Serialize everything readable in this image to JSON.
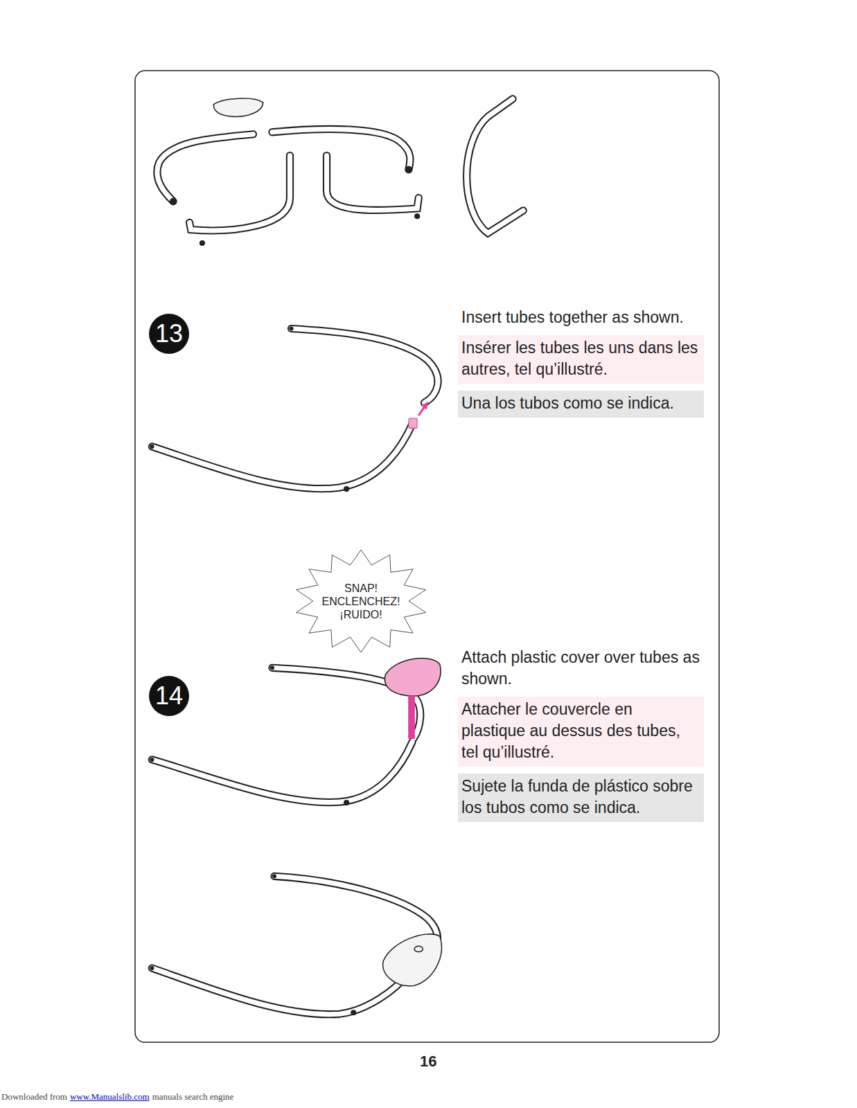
{
  "diagram": {
    "nodes": [
      {
        "text": [
          "13"
        ]
      },
      {
        "text": [
          "Insérer les tubes les uns dans les autres, tel qu’illustré."
        ]
      },
      {
        "text": [
          "Una los tubos como se indica."
        ]
      },
      {
        "text": [
          "SNAP!",
          "ENCLENCHEZ!",
          "¡RUIDO!"
        ]
      },
      {
        "text": [
          "14"
        ]
      },
      {
        "text": [
          "Attacher le couvercle en plastique au dessus des tubes, tel qu’illustré."
        ]
      },
      {
        "text": [
          "Sujete la funda de plástico sobre los tubos como se indica."
        ]
      }
    ],
    "labels": [
      "Insert tubes together as shown.",
      "Attach plastic cover over tubes as shown.",
      "16",
      "Downloaded from",
      "www.Manualslib.com",
      "manuals search engine"
    ]
  }
}
